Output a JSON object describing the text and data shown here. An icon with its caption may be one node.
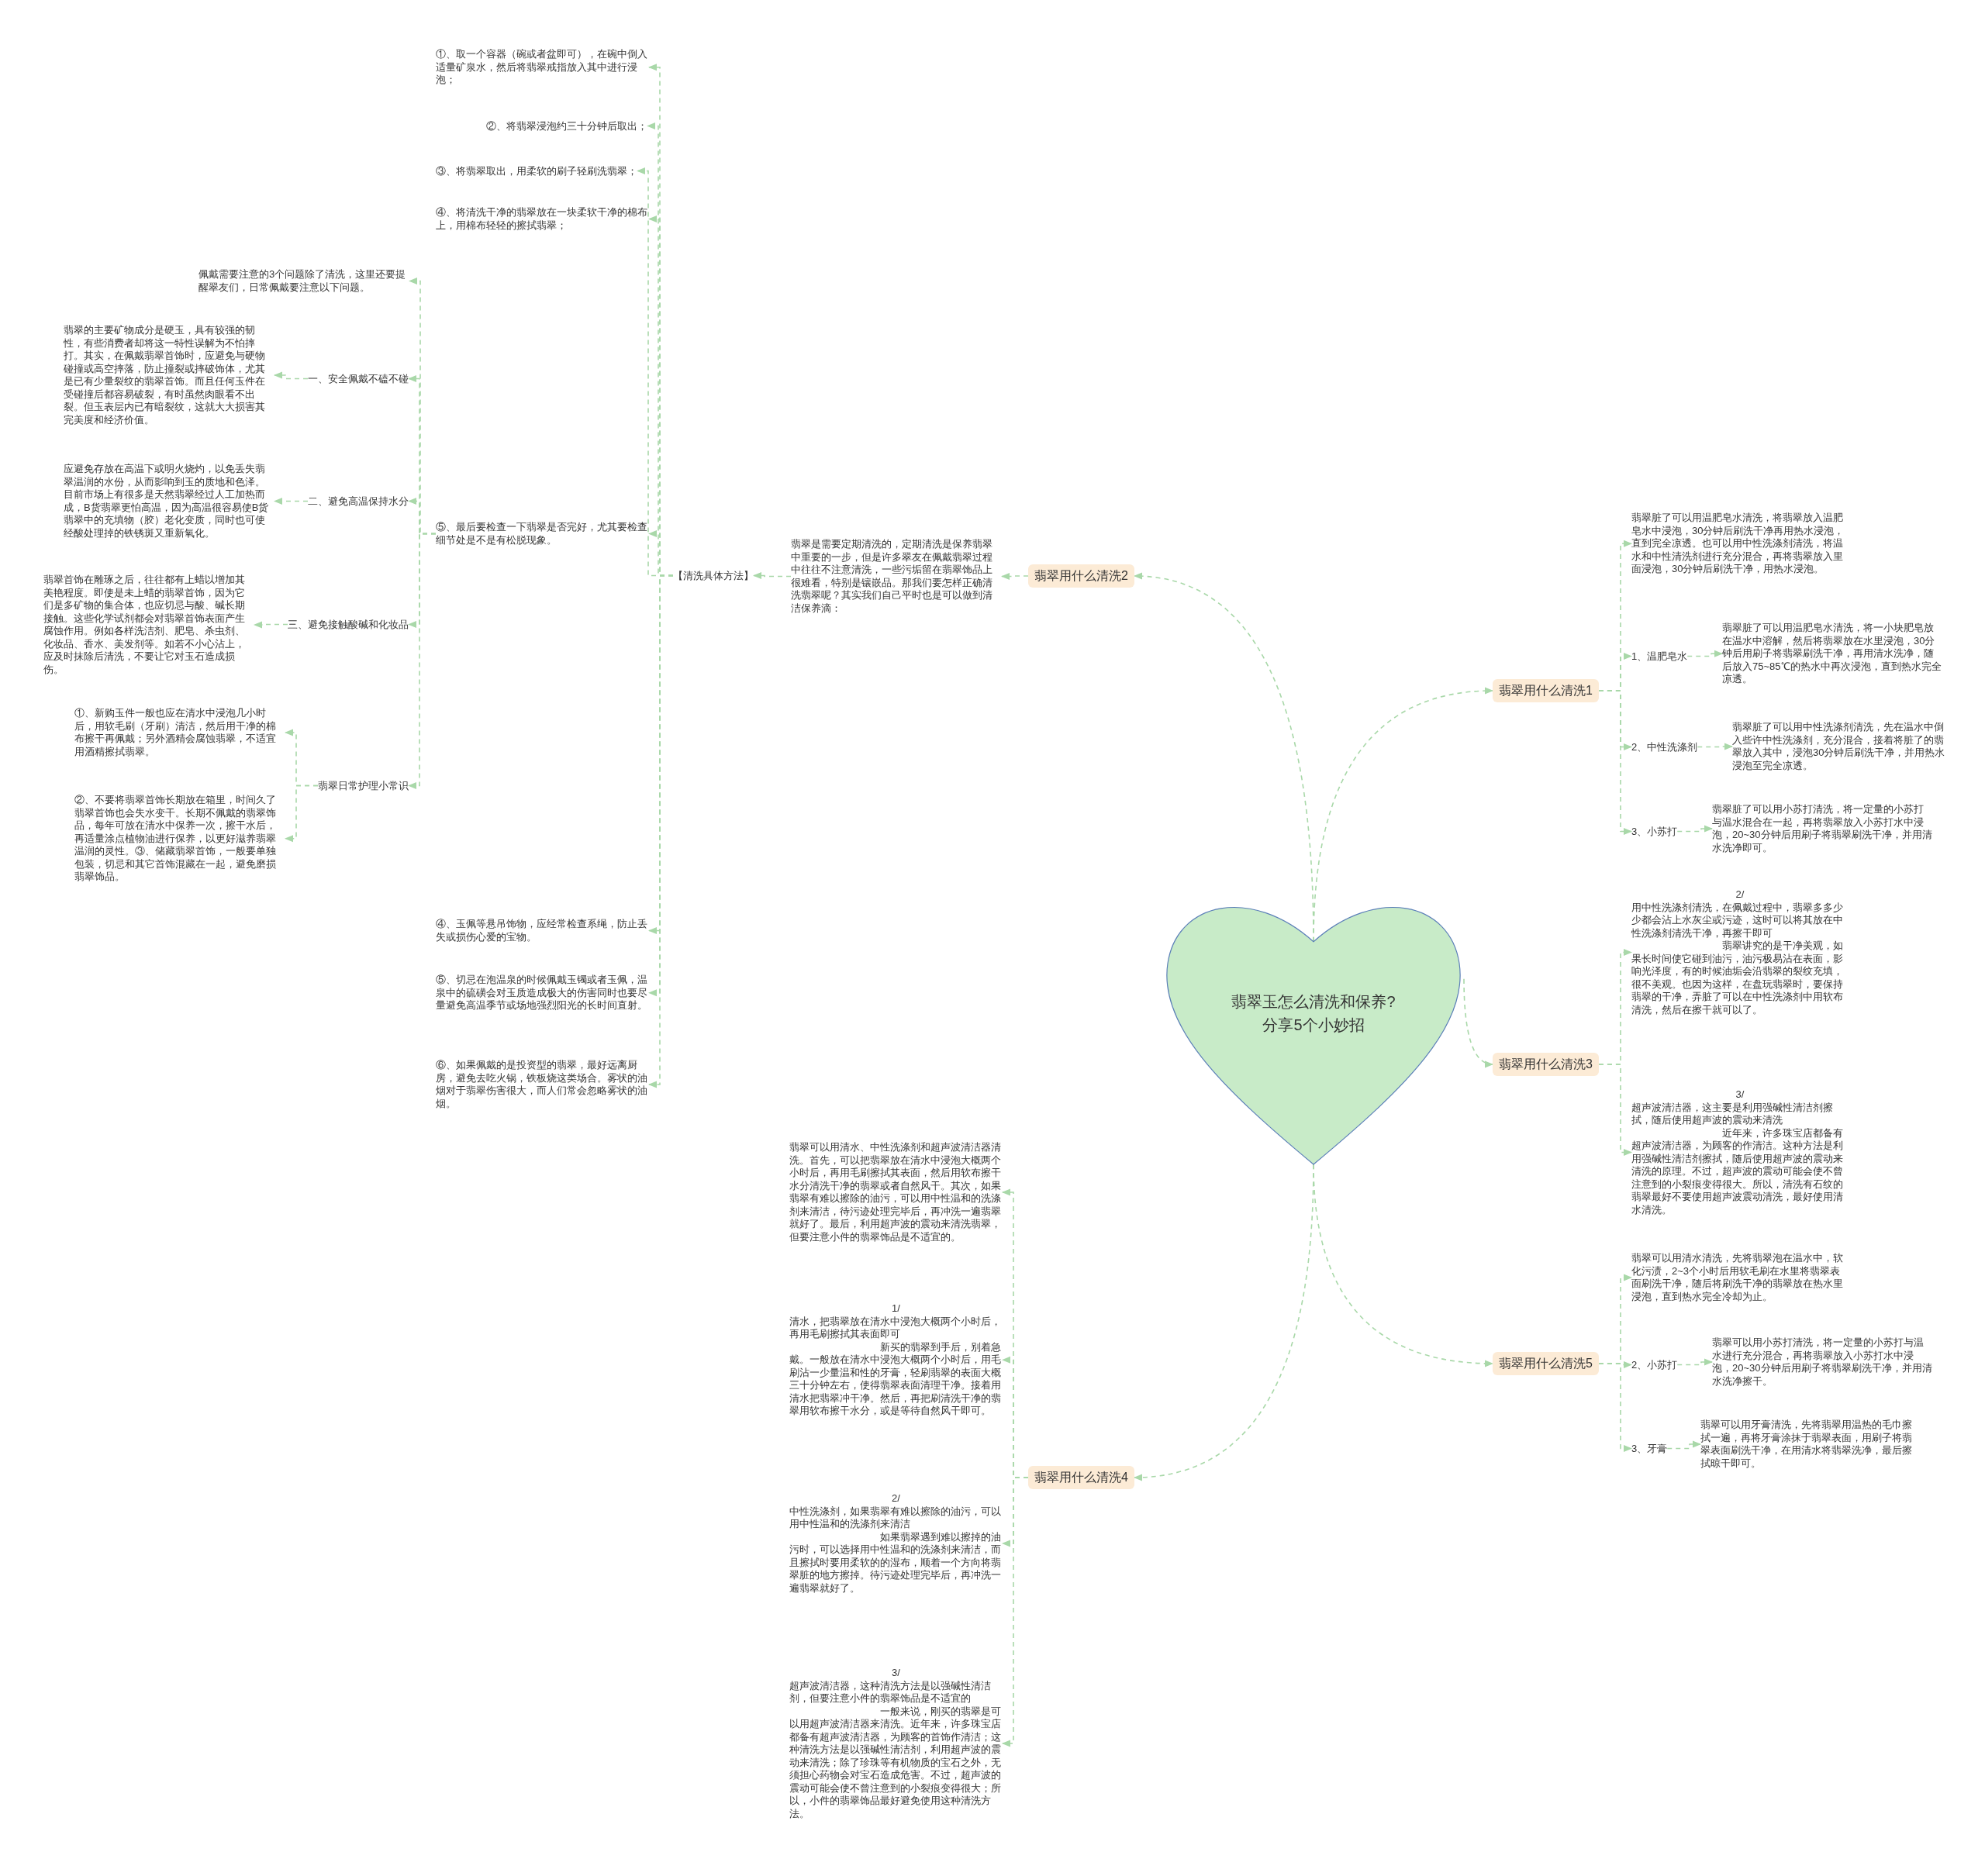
{
  "diagram": {
    "nodes": [
      {
        "text": [
          "翡翠玉怎么清洗和保养?分享5个小妙招"
        ]
      },
      {
        "text": [
          "翡翠用什么清洗2"
        ]
      },
      {
        "text": [
          "翡翠是需要定期清洗的，定期清洗是保养翡翠中重要的一步，但是许多翠友在佩戴翡翠过程中往往不注意清洗，一些污垢留在翡翠饰品上很难看，特别是镶嵌品。那我们要怎样正确清洗翡翠呢？其实我们自己平时也是可以做到清洁保养滴："
        ]
      },
      {
        "text": [
          "【清洗具体方法】"
        ]
      },
      {
        "text": [
          "①、取一个容器（碗或者盆即可），在碗中倒入适量矿泉水，然后将翡翠戒指放入其中进行浸泡；"
        ]
      },
      {
        "text": [
          "②、将翡翠浸泡约三十分钟后取出；"
        ]
      },
      {
        "text": [
          "③、将翡翠取出，用柔软的刷子轻刷洗翡翠；"
        ]
      },
      {
        "text": [
          "④、将清洗干净的翡翠放在一块柔软干净的棉布上，用棉布轻轻的擦拭翡翠；"
        ]
      },
      {
        "text": [
          "⑤、最后要检查一下翡翠是否完好，尤其要检查细节处是不是有松脱现象。"
        ]
      },
      {
        "text": [
          "佩戴需要注意的3个问题除了清洗，这里还要提醒翠友们，日常佩戴要注意以下问题。"
        ]
      },
      {
        "text": [
          "一、安全佩戴不磕不碰"
        ]
      },
      {
        "text": [
          "翡翠的主要矿物成分是硬玉，具有较强的韧性，有些消费者却将这一特性误解为不怕摔打。其实，在佩戴翡翠首饰时，应避免与硬物碰撞或高空摔落，防止撞裂或摔破饰体，尤其是已有少量裂纹的翡翠首饰。而且任何玉件在受碰撞后都容易破裂，有时虽然肉眼看不出裂。但玉表层内已有暗裂纹，这就大大损害其完美度和经济价值。"
        ]
      },
      {
        "text": [
          "二、避免高温保持水分"
        ]
      },
      {
        "text": [
          "应避免存放在高温下或明火烧灼，以免丢失翡翠温润的水份，从而影响到玉的质地和色泽。目前市场上有很多是天然翡翠经过人工加热而成，B货翡翠更怕高温，因为高温很容易使B货翡翠中的充填物（胶）老化变质，同时也可使经酸处理掉的铁锈斑又重新氧化。"
        ]
      },
      {
        "text": [
          "三、避免接触酸碱和化妆品"
        ]
      },
      {
        "text": [
          "翡翠首饰在雕琢之后，往往都有上蜡以增加其美艳程度。即使是未上蜡的翡翠首饰，因为它们是多矿物的集合体，也应切忌与酸、碱长期接触。这些化学试剂都会对翡翠首饰表面产生腐蚀作用。例如各样洗洁剂、肥皂、杀虫剂、化妆品、香水、美发剂等。如若不小心沾上，应及时抹除后清洗，不要让它对玉石造成损伤。"
        ]
      },
      {
        "text": [
          "翡翠日常护理小常识"
        ]
      },
      {
        "text": [
          "①、新购玉件一般也应在清水中浸泡几小时后，用软毛刷（牙刷）清洁，然后用干净的棉布擦干再佩戴；另外酒精会腐蚀翡翠，不适宜用酒精擦拭翡翠。"
        ]
      },
      {
        "text": [
          "②、不要将翡翠首饰长期放在箱里，时间久了翡翠首饰也会失水变干。长期不佩戴的翡翠饰品，每年可放在清水中保养一次，擦干水后，再适量涂点植物油进行保养，以更好滋养翡翠温润的灵性。③、储藏翡翠首饰，一般要单独包装，切忌和其它首饰混藏在一起，避免磨损翡翠饰品。"
        ]
      },
      {
        "text": [
          "④、玉佩等悬吊饰物，应经常检查系绳，防止丢失或损伤心爱的宝物。"
        ]
      },
      {
        "text": [
          "⑤、切忌在泡温泉的时候佩戴玉镯或者玉佩，温泉中的硫磺会对玉质造成极大的伤害同时也要尽量避免高温季节或场地强烈阳光的长时间直射。"
        ]
      },
      {
        "text": [
          "⑥、如果佩戴的是投资型的翡翠，最好远离厨房，避免去吃火锅，铁板烧这类场合。雾状的油烟对于翡翠伤害很大，而人们常会忽略雾状的油烟。"
        ]
      },
      {
        "text": [
          "翡翠用什么清洗1"
        ]
      },
      {
        "text": [
          "翡翠脏了可以用温肥皂水清洗，将翡翠放入温肥皂水中浸泡，30分钟后刷洗干净再用热水浸泡，直到完全凉透。也可以用中性洗涤剂清洗，将温水和中性清洗剂进行充分混合，再将翡翠放入里面浸泡，30分钟后刷洗干净，用热水浸泡。"
        ]
      },
      {
        "text": [
          "1、温肥皂水"
        ]
      },
      {
        "text": [
          "翡翠脏了可以用温肥皂水清洗，将一小块肥皂放在温水中溶解，然后将翡翠放在水里浸泡，30分钟后用刷子将翡翠刷洗干净，再用清水洗净，随后放入75~85℃的热水中再次浸泡，直到热水完全凉透。"
        ]
      },
      {
        "text": [
          "2、中性洗涤剂"
        ]
      },
      {
        "text": [
          "翡翠脏了可以用中性洗涤剂清洗，先在温水中倒入些许中性洗涤剂，充分混合，接着将脏了的翡翠放入其中，浸泡30分钟后刷洗干净，并用热水浸泡至完全凉透。"
        ]
      },
      {
        "text": [
          "3、小苏打"
        ]
      },
      {
        "text": [
          "翡翠脏了可以用小苏打清洗，将一定量的小苏打与温水混合在一起，再将翡翠放入小苏打水中浸泡，20~30分钟后用刷子将翡翠刷洗干净，并用清水洗净即可。"
        ]
      },
      {
        "text": [
          "翡翠用什么清洗3"
        ]
      },
      {
        "text": [
          "2/",
          "用中性洗涤剂清洗，在佩戴过程中，翡翠多多少少都会沾上水灰尘或污迹，这时可以将其放在中性洗涤剂清洗干净，再擦干即可",
          "翡翠讲究的是干净美观，如果长时间使它碰到油污，油污极易沾在表面，影响光泽度，有的时候油垢会沿翡翠的裂纹充填，很不美观。也因为这样，在盘玩翡翠时，要保持翡翠的干净，弄脏了可以在中性洗涤剂中用软布清洗，然后在擦干就可以了。"
        ]
      },
      {
        "text": [
          "3/",
          "超声波清洁器，这主要是利用强碱性清洁剂擦拭，随后使用超声波的震动来清洗",
          "近年来，许多珠宝店都备有超声波清洁器，为顾客的作清洁。这种方法是利用强碱性清洁剂擦拭，随后使用超声波的震动来清洗的原理。不过，超声波的震动可能会使不曾注意到的小裂痕变得很大。所以，清洗有石纹的翡翠最好不要使用超声波震动清洗，最好使用清水清洗。"
        ]
      },
      {
        "text": [
          "翡翠用什么清洗5"
        ]
      },
      {
        "text": [
          "翡翠可以用清水清洗，先将翡翠泡在温水中，软化污渍，2~3个小时后用软毛刷在水里将翡翠表面刷洗干净，随后将刷洗干净的翡翠放在热水里浸泡，直到热水完全冷却为止。"
        ]
      },
      {
        "text": [
          "2、小苏打"
        ]
      },
      {
        "text": [
          "翡翠可以用小苏打清洗，将一定量的小苏打与温水进行充分混合，再将翡翠放入小苏打水中浸泡，20~30分钟后用刷子将翡翠刷洗干净，并用清水洗净擦干。"
        ]
      },
      {
        "text": [
          "3、牙膏"
        ]
      },
      {
        "text": [
          "翡翠可以用牙膏清洗，先将翡翠用温热的毛巾擦拭一遍，再将牙膏涂抹于翡翠表面，用刷子将翡翠表面刷洗干净，在用清水将翡翠洗净，最后擦拭晾干即可。"
        ]
      },
      {
        "text": [
          "翡翠用什么清洗4"
        ]
      },
      {
        "text": [
          "翡翠可以用清水、中性洗涤剂和超声波清洁器清洗。首先，可以把翡翠放在清水中浸泡大概两个小时后，再用毛刷擦拭其表面，然后用软布擦干水分清洗干净的翡翠或者自然风干。其次，如果翡翠有难以擦除的油污，可以用中性温和的洗涤剂来清洁，待污迹处理完毕后，再冲洗一遍翡翠就好了。最后，利用超声波的震动来清洗翡翠，但要注意小件的翡翠饰品是不适宜的。"
        ]
      },
      {
        "text": [
          "1/",
          "清水，把翡翠放在清水中浸泡大概两个小时后，再用毛刷擦拭其表面即可",
          "新买的翡翠到手后，别着急戴。一般放在清水中浸泡大概两个小时后，用毛刷沾一少量温和性的牙膏，轻刷翡翠的表面大概三十分钟左右，使得翡翠表面清理干净。接着用清水把翡翠冲干净。然后，再把刷清洗干净的翡翠用软布擦干水分，或是等待自然风干即可。"
        ]
      },
      {
        "text": [
          "2/",
          "中性洗涤剂，如果翡翠有难以擦除的油污，可以用中性温和的洗涤剂来清洁",
          "如果翡翠遇到难以擦掉的油污时，可以选择用中性温和的洗涤剂来清洁，而且擦拭时要用柔软的的湿布，顺着一个方向将翡翠脏的地方擦掉。待污迹处理完毕后，再冲洗一遍翡翠就好了。"
        ]
      },
      {
        "text": [
          "3/",
          "超声波清洁器，这种清洗方法是以强碱性清洁剂，但要注意小件的翡翠饰品是不适宜的",
          "一般来说，刚买的翡翠是可以用超声波清洁器来清洗。近年来，许多珠宝店都备有超声波清洁器，为顾客的首饰作清洁；这种清洗方法是以强碱性清洁剂，利用超声波的震动来清洗；除了珍珠等有机物质的宝石之外，无须担心药物会对宝石造成危害。不过，超声波的震动可能会使不曾注意到的小裂痕变得很大；所以，小件的翡翠饰品最好避免使用这种清洗方法。"
        ]
      }
    ],
    "edges": [
      {
        "from": 0,
        "to": 1,
        "arrow": "to"
      },
      {
        "from": 1,
        "to": 2,
        "arrow": "to"
      },
      {
        "from": 2,
        "to": 3,
        "arrow": "to"
      },
      {
        "from": 3,
        "to": 4,
        "arrow": "to"
      },
      {
        "from": 3,
        "to": 5,
        "arrow": "to"
      },
      {
        "from": 3,
        "to": 6,
        "arrow": "to"
      },
      {
        "from": 3,
        "to": 7,
        "arrow": "to"
      },
      {
        "from": 3,
        "to": 8,
        "arrow": "to"
      },
      {
        "from": 8,
        "to": 9,
        "arrow": "to"
      },
      {
        "from": 8,
        "to": 10,
        "arrow": "to"
      },
      {
        "from": 10,
        "to": 11,
        "arrow": "to"
      },
      {
        "from": 8,
        "to": 12,
        "arrow": "to"
      },
      {
        "from": 12,
        "to": 13,
        "arrow": "to"
      },
      {
        "from": 8,
        "to": 14,
        "arrow": "to"
      },
      {
        "from": 14,
        "to": 15,
        "arrow": "to"
      },
      {
        "from": 8,
        "to": 16,
        "arrow": "to"
      },
      {
        "from": 16,
        "to": 17,
        "arrow": "to"
      },
      {
        "from": 16,
        "to": 18,
        "arrow": "to"
      },
      {
        "from": 3,
        "to": 19,
        "arrow": "to"
      },
      {
        "from": 3,
        "to": 20,
        "arrow": "to"
      },
      {
        "from": 3,
        "to": 21,
        "arrow": "to"
      },
      {
        "from": 0,
        "to": 22,
        "arrow": "to"
      },
      {
        "from": 22,
        "to": 23,
        "arrow": "to"
      },
      {
        "from": 22,
        "to": 24,
        "arrow": "to"
      },
      {
        "from": 24,
        "to": 25,
        "arrow": "to"
      },
      {
        "from": 22,
        "to": 26,
        "arrow": "to"
      },
      {
        "from": 26,
        "to": 27,
        "arrow": "to"
      },
      {
        "from": 22,
        "to": 28,
        "arrow": "to"
      },
      {
        "from": 28,
        "to": 29,
        "arrow": "to"
      },
      {
        "from": 0,
        "to": 30,
        "arrow": "to"
      },
      {
        "from": 30,
        "to": 31,
        "arrow": "to"
      },
      {
        "from": 30,
        "to": 32,
        "arrow": "to"
      },
      {
        "from": 0,
        "to": 33,
        "arrow": "to"
      },
      {
        "from": 33,
        "to": 34,
        "arrow": "to"
      },
      {
        "from": 33,
        "to": 35,
        "arrow": "to"
      },
      {
        "from": 35,
        "to": 36,
        "arrow": "to"
      },
      {
        "from": 33,
        "to": 37,
        "arrow": "to"
      },
      {
        "from": 37,
        "to": 38,
        "arrow": "to"
      },
      {
        "from": 0,
        "to": 39,
        "arrow": "to"
      },
      {
        "from": 39,
        "to": 40,
        "arrow": "to"
      },
      {
        "from": 39,
        "to": 41,
        "arrow": "to"
      },
      {
        "from": 39,
        "to": 42,
        "arrow": "to"
      },
      {
        "from": 39,
        "to": 43,
        "arrow": "to"
      }
    ]
  }
}
